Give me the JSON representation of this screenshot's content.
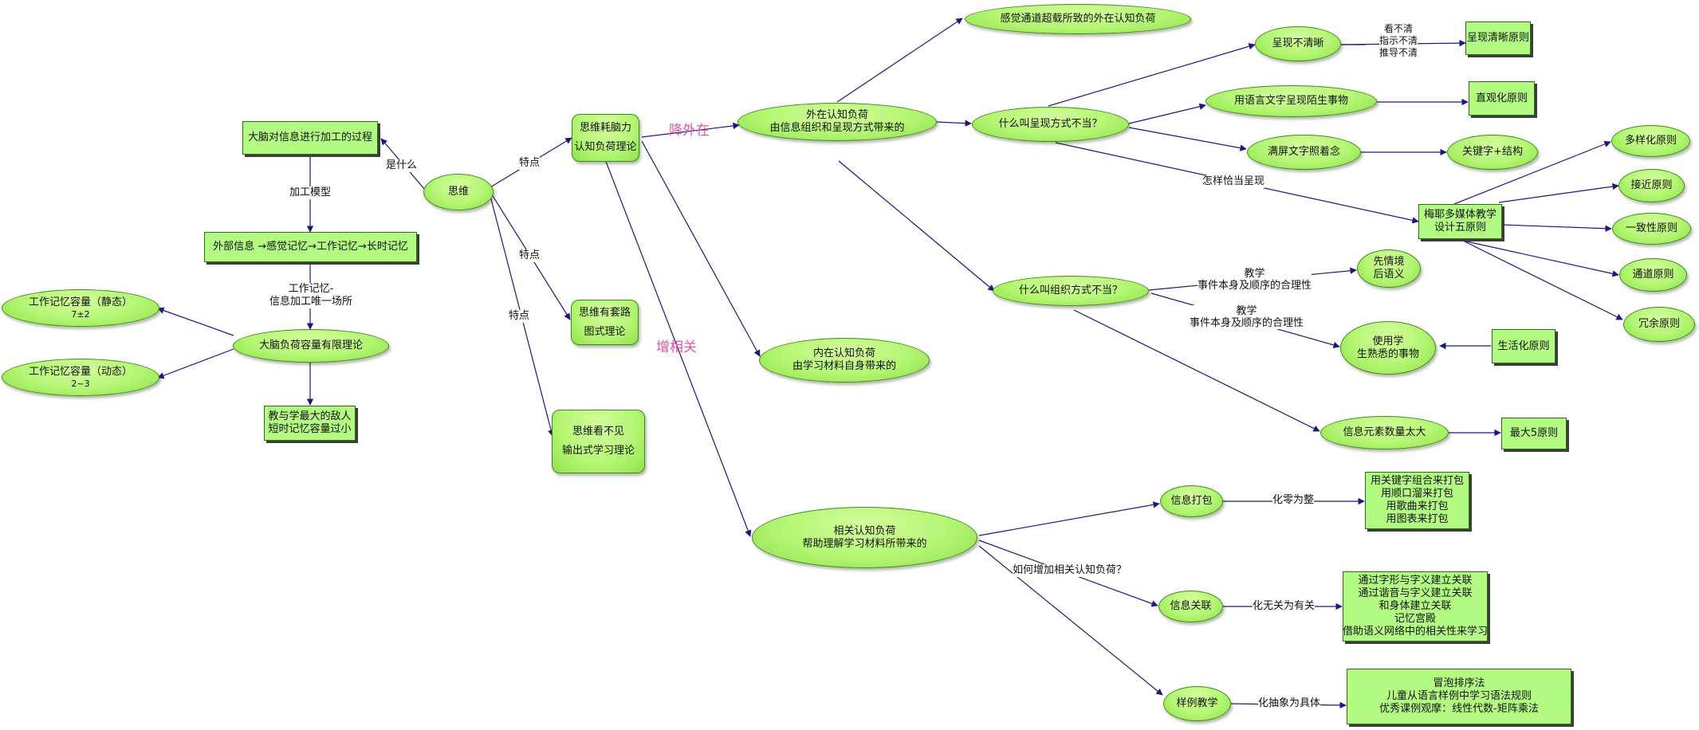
{
  "nodes": {
    "thinking": "思维",
    "process_def": "大脑对信息进行加工的过程",
    "info_flow": "外部信息 →感觉记忆→工作记忆→长时记忆",
    "capacity_theory": "大脑负荷容量有限理论",
    "wm_static": [
      "工作记忆容量（静态）",
      "7±2"
    ],
    "wm_dynamic": [
      "工作记忆容量（动态）",
      "2~3"
    ],
    "enemy": [
      "教与学最大的敌人",
      "短时记忆容量过小"
    ],
    "effort": [
      "思维耗脑力",
      "认知负荷理论"
    ],
    "schema": [
      "思维有套路",
      "图式理论"
    ],
    "invisible": [
      "思维看不见",
      "输出式学习理论"
    ],
    "extraneous": [
      "外在认知负荷",
      "由信息组织和呈现方式带来的"
    ],
    "intrinsic": [
      "内在认知负荷",
      "由学习材料自身带来的"
    ],
    "germane": [
      "相关认知负荷",
      "帮助理解学习材料所带来的"
    ],
    "overload": "感觉通道超载所致的外在认知负荷",
    "improper_present": "什么叫呈现方式不当？",
    "improper_org": "什么叫组织方式不当？",
    "unclear": "呈现不清晰",
    "clear_principle": "呈现清晰原则",
    "text_unfamiliar": "用语言文字呈现陌生事物",
    "intuitive_principle": "直观化原则",
    "full_text": "满屏文字照着念",
    "keyword_structure": "关键字+结构",
    "mayer": [
      "梅耶多媒体教学",
      "设计五原则"
    ],
    "diversity": "多样化原则",
    "proximity": "接近原则",
    "consistency": "一致性原则",
    "channel": "通道原则",
    "redundancy": "冗余原则",
    "context": [
      "先情境",
      "后语义"
    ],
    "familiar": [
      "使用学",
      "生熟悉的事物"
    ],
    "life_principle": "生活化原则",
    "too_many": "信息元素数量太大",
    "max5": "最大5原则",
    "packing": "信息打包",
    "packing_methods": [
      "用关键字组合来打包",
      "用顺口溜来打包",
      "用歌曲来打包",
      "用图表来打包"
    ],
    "association": "信息关联",
    "association_methods": [
      "通过字形与字义建立关联",
      "通过谐音与字义建立关联",
      "和身体建立关联",
      "记忆宫殿",
      "借助语义网络中的相关性来学习"
    ],
    "example_teaching": "样例教学",
    "example_methods": [
      "冒泡排序法",
      "儿童从语言样例中学习语法规则",
      "优秀课例观摩：线性代数-矩阵乘法"
    ]
  },
  "edge_labels": {
    "what_is": "是什么",
    "processing_model": "加工模型",
    "working_memory": [
      "工作记忆-",
      "信息加工唯一场所"
    ],
    "trait1": "特点",
    "trait2": "特点",
    "trait3": "特点",
    "reduce_extraneous": "降外在",
    "increase_germane": "增相关",
    "unclear_detail": [
      "看不清",
      "指示不清",
      "推导不清"
    ],
    "how_present": "怎样恰当呈现",
    "teaching_order_1": [
      "教学",
      "事件本身及顺序的合理性"
    ],
    "teaching_order_2": [
      "教学",
      "事件本身及顺序的合理性"
    ],
    "how_increase": "如何增加相关认知负荷？",
    "whole": "化零为整",
    "irrelevant_to_relevant": "化无关为有关",
    "abstract_to_concrete": "化抽象为具体"
  },
  "colors": {
    "edge": "#1a1a7a",
    "node_fill": "#b3fb83",
    "node_border": "#3e8b1a",
    "accent_label": "#e0569e"
  }
}
